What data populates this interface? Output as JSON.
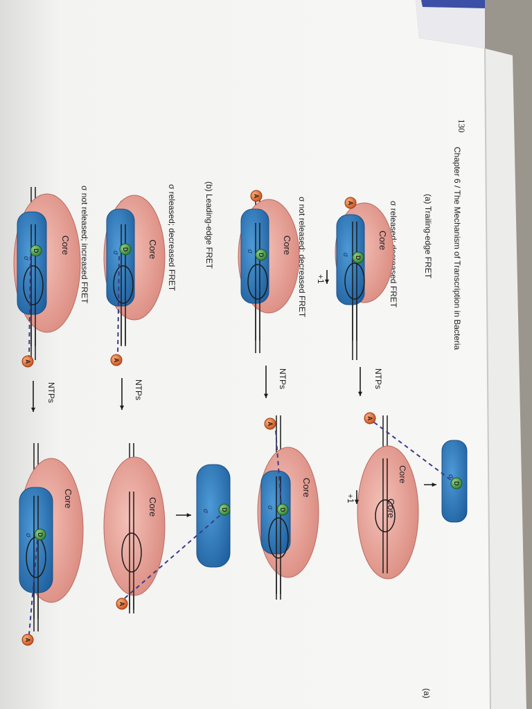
{
  "page": {
    "number": "130",
    "running_head": "Chapter 6 / The Mechanism of Transcription in Bacteria",
    "right_page_label": "(a)"
  },
  "labels": {
    "core": "Core",
    "sigma": "σ",
    "donor": "D",
    "acceptor": "A",
    "ntps": "NTPs",
    "plus_one": "+1"
  },
  "panel_a": {
    "title": "(a) Trailing-edge FRET",
    "row1_caption": "σ released; decreased FRET",
    "row2_caption": "σ not released; decreased FRET"
  },
  "panel_b": {
    "title": "(b) Leading-edge FRET",
    "row1_caption": "σ released; decreased FRET",
    "row2_caption": "σ not released; increased FRET"
  },
  "colors": {
    "core": "#e79f94",
    "sigma": "#2f7fc4",
    "donor": "#3a9a42",
    "acceptor": "#e0682e",
    "fret_line": "#3b3a8a",
    "page": "#f5f5f3"
  }
}
